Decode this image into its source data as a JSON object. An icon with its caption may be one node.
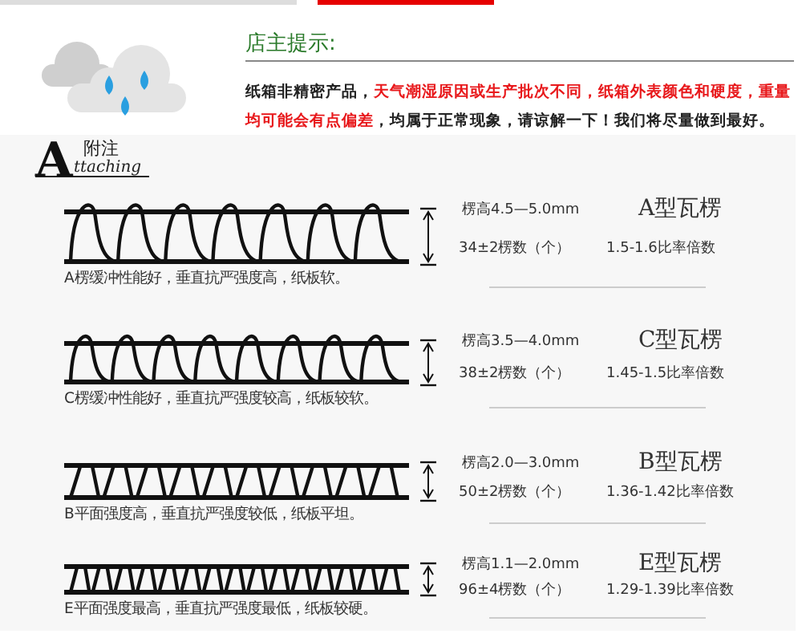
{
  "diagram": {
    "labels": [
      "店主提示:",
      "纸箱非精密产品，",
      "天气潮湿原因或生产批次不同，纸箱外表颜色和硬度，重量均可能会有点偏差",
      "，均属于正常现象，请谅解一下！我们将尽量做到最好。",
      "A",
      "附注",
      "ttaching",
      "楞高4.5—5.0mm",
      "A型瓦楞",
      "34±2楞数（个）",
      "1.5-1.6比率倍数",
      "A楞缓冲性能好，垂直抗严强度高，纸板软。",
      "楞高3.5—4.0mm",
      "C型瓦楞",
      "38±2楞数（个）",
      "1.45-1.5比率倍数",
      "C楞缓冲性能好，垂直抗严强度较高，纸板较软。",
      "楞高2.0—3.0mm",
      "B型瓦楞",
      "50±2楞数（个）",
      "1.36-1.42比率倍数",
      "B平面强度高，垂直抗严强度较低，纸板平坦。",
      "楞高1.1—2.0mm",
      "E型瓦楞",
      "96±4楞数（个）",
      "1.29-1.39比率倍数",
      "E平面强度最高，垂直抗严强度最低，纸板较硬。"
    ]
  }
}
